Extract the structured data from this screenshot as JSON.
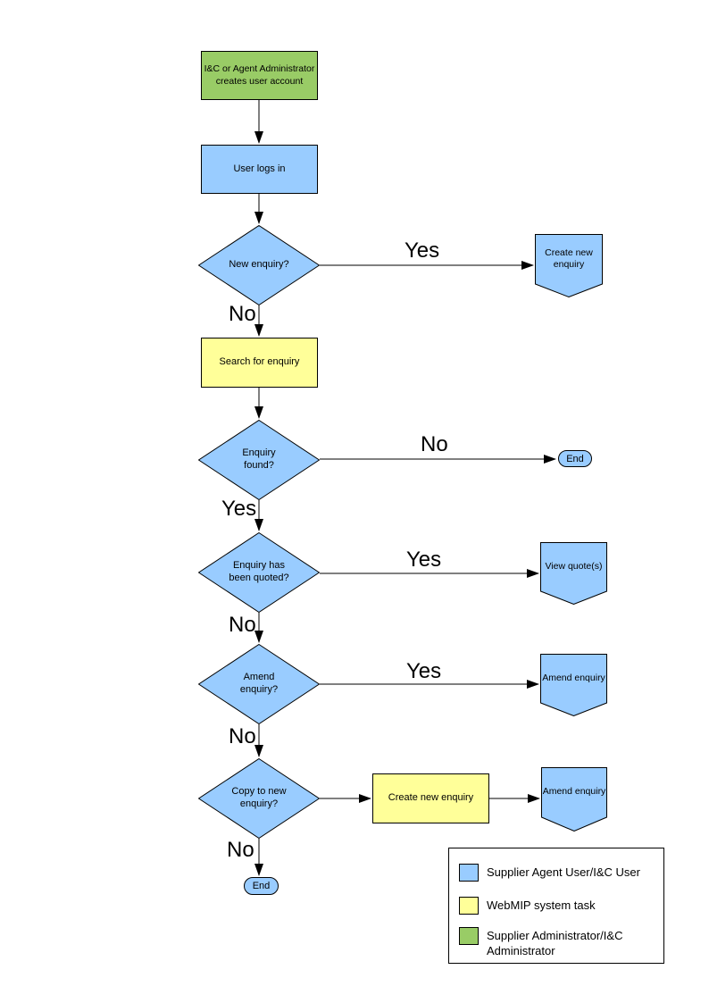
{
  "colors": {
    "user_shape": "#99CCFF",
    "system_shape": "#FFFF99",
    "admin_shape": "#99CC66",
    "line": "#000000",
    "background": "#FFFFFF"
  },
  "nodes": {
    "create_account": {
      "label": "I&C or Agent Administrator creates user account"
    },
    "user_logs_in": {
      "label": "User logs in"
    },
    "new_enquiry": {
      "label": "New enquiry?"
    },
    "create_new_enquiry_top": {
      "label": "Create new enquiry"
    },
    "search_for_enquiry": {
      "label": "Search for enquiry"
    },
    "enquiry_found": {
      "label": "Enquiry found?"
    },
    "end_after_search": {
      "label": "End"
    },
    "enquiry_quoted": {
      "label": "Enquiry has been quoted?"
    },
    "view_quotes": {
      "label": "View quote(s)"
    },
    "amend_enquiry_decision": {
      "label": "Amend enquiry?"
    },
    "amend_enquiry_yes": {
      "label": "Amend enquiry"
    },
    "copy_to_new_enquiry": {
      "label": "Copy to new enquiry?"
    },
    "create_new_enquiry_mid": {
      "label": "Create new enquiry"
    },
    "amend_enquiry_final": {
      "label": "Amend enquiry"
    },
    "end_final": {
      "label": "End"
    }
  },
  "edge_labels": {
    "yes_new_enquiry": "Yes",
    "no_new_enquiry": "No",
    "no_enquiry_found": "No",
    "yes_enquiry_found": "Yes",
    "yes_enquiry_quoted": "Yes",
    "no_enquiry_quoted": "No",
    "yes_amend_enquiry": "Yes",
    "no_amend_enquiry": "No",
    "no_copy_to_new": "No"
  },
  "legend": {
    "items": [
      {
        "label": "Supplier Agent User/I&C User",
        "color": "#99CCFF"
      },
      {
        "label": "WebMIP system task",
        "color": "#FFFF99"
      },
      {
        "label": "Supplier Administrator/I&C Administrator",
        "color": "#99CC66"
      }
    ]
  }
}
